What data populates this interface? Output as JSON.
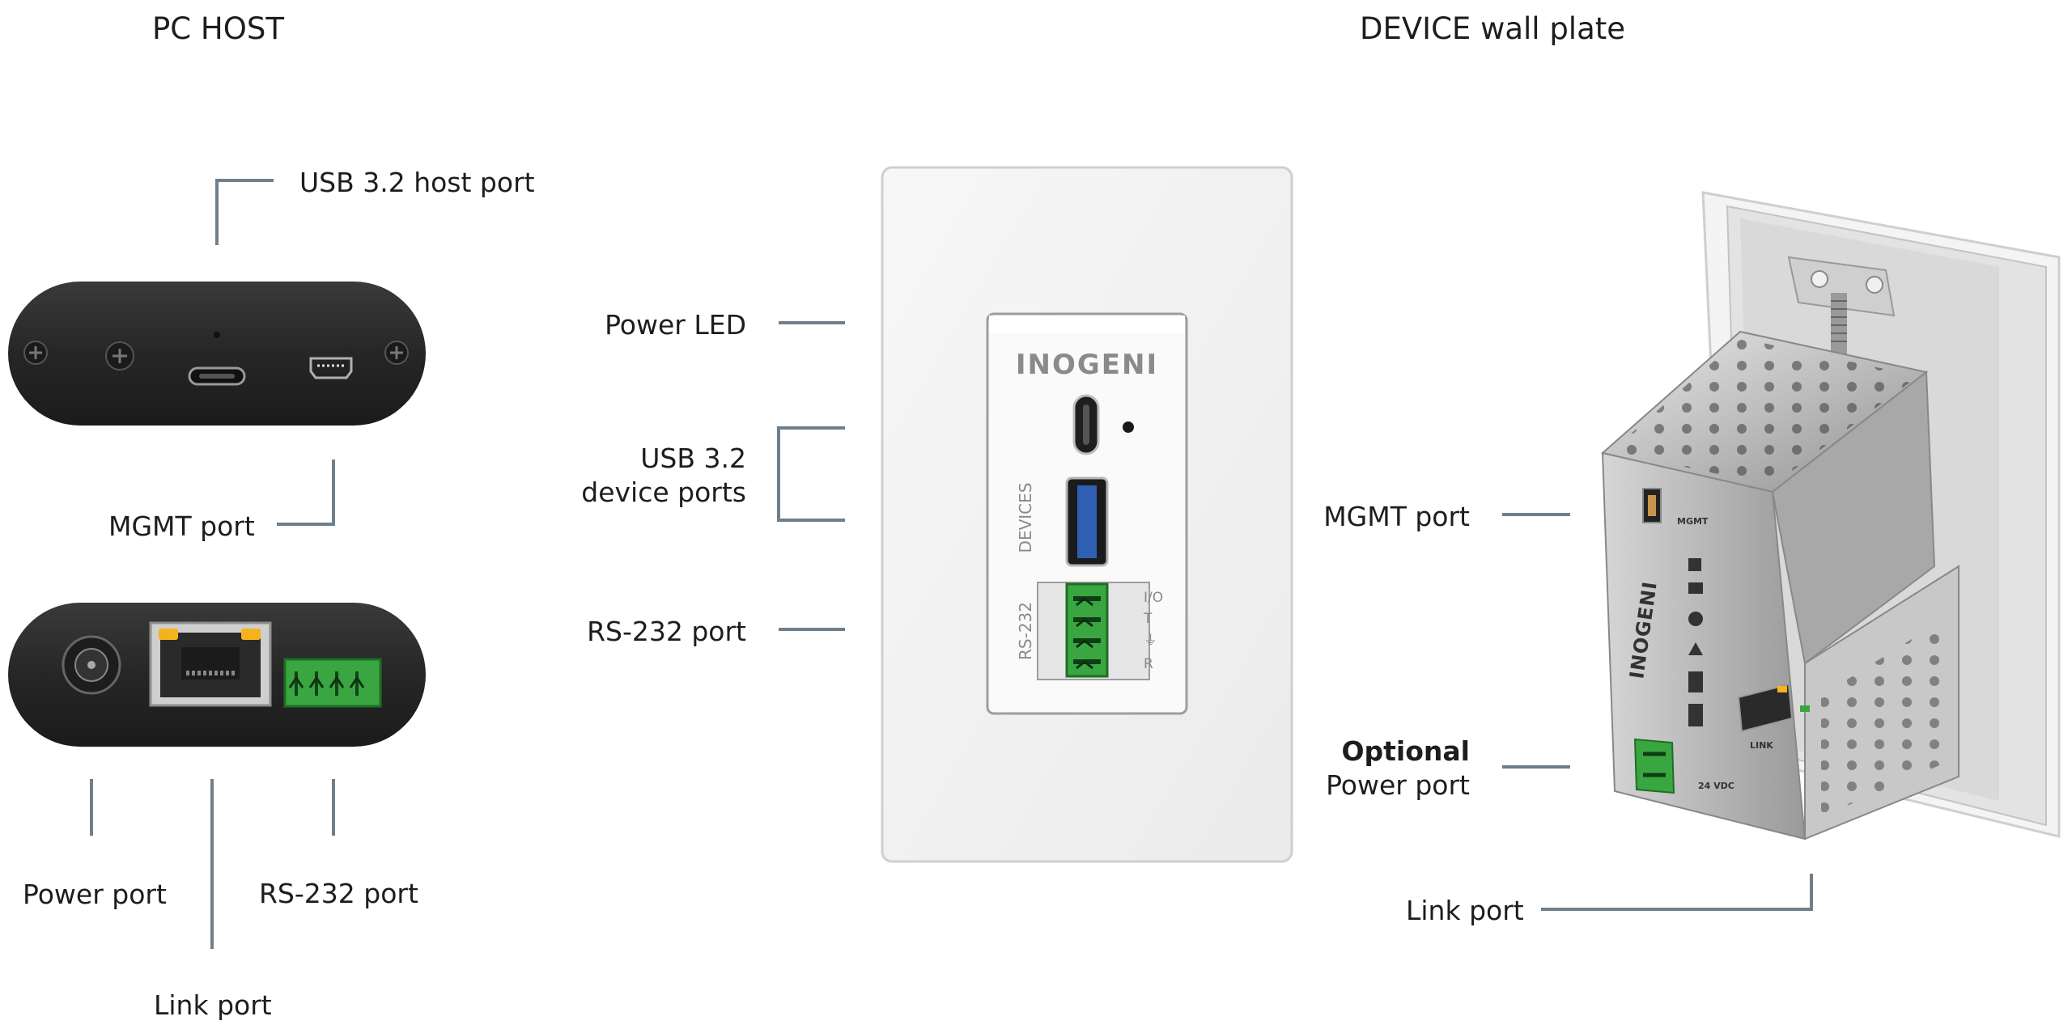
{
  "headings": {
    "pc_host": "PC HOST",
    "device_wall_plate": "DEVICE wall plate"
  },
  "pc_host": {
    "usb_host_port": "USB 3.2 host port",
    "mgmt_port": "MGMT port",
    "power_port": "Power port",
    "rs232_port": "RS-232 port",
    "link_port": "Link port"
  },
  "wall_plate_front": {
    "power_led": "Power LED",
    "usb_device_ports_line1": "USB 3.2",
    "usb_device_ports_line2": "device ports",
    "rs232_port": "RS-232 port",
    "brand": "INOGENI",
    "devices_text": "DEVICES",
    "rs232_text": "RS-232",
    "terminal_labels": [
      "I/O",
      "T",
      "⏚",
      "R"
    ]
  },
  "wall_plate_back": {
    "mgmt_port": "MGMT port",
    "optional_line1": "Optional",
    "optional_line2": "Power port",
    "link_port": "Link port",
    "brand": "INOGENI",
    "mgmt_text": "MGMT",
    "link_text": "LINK",
    "vdc_text": "24 VDC"
  },
  "colors": {
    "leader_line": "#6f7f8c",
    "device_body": "#262626",
    "plate": "#f1f1f1",
    "terminal_green": "#3aa641",
    "usb_blue": "#2f5fb3",
    "led_amber": "#f4b31b"
  }
}
